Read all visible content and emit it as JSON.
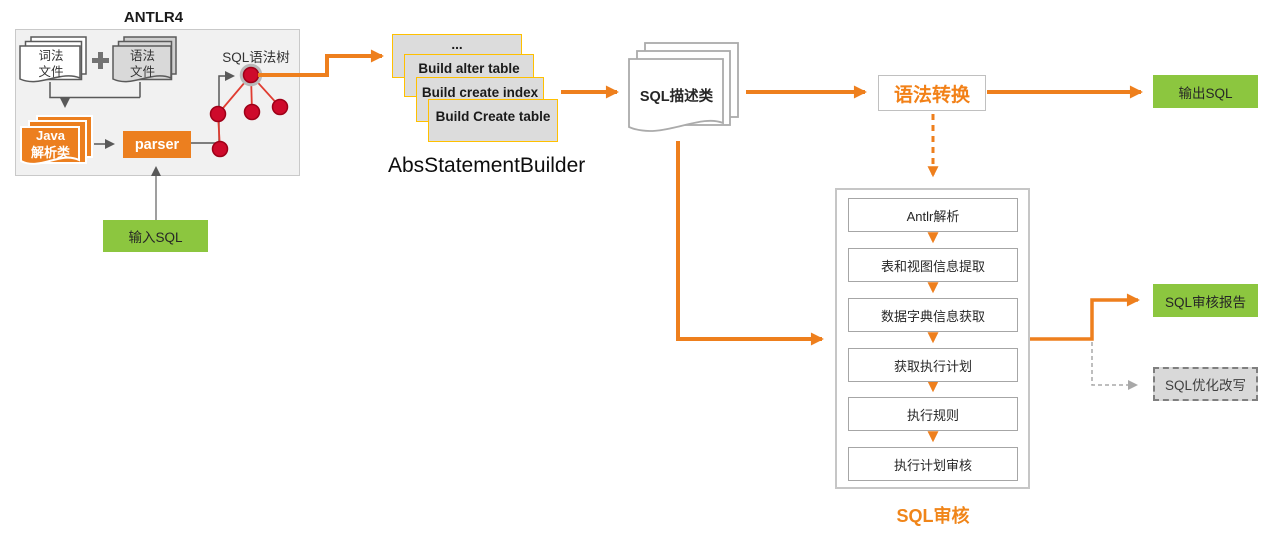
{
  "colors": {
    "accent_orange": "#ee7f1d",
    "label_orange": "#f08519",
    "green": "#8cc63f",
    "card_border": "#ffc000",
    "node_red": "#ce0a2b",
    "gray_line": "#595959"
  },
  "antlr": {
    "title": "ANTLR4",
    "lexer_doc": "词法\n文件",
    "grammar_doc": "语法\n文件",
    "java_doc": "Java\n解析类",
    "parser": "parser",
    "tree_label": "SQL语法树",
    "input": "输入SQL"
  },
  "builder": {
    "cards": [
      "...",
      "Build alter table",
      "Build create index",
      "Build Create table"
    ],
    "label": "AbsStatementBuilder"
  },
  "descriptor": {
    "label": "SQL描述类"
  },
  "flow": {
    "transform": "语法转换",
    "output": "输出SQL"
  },
  "audit": {
    "steps": [
      "Antlr解析",
      "表和视图信息提取",
      "数据字典信息获取",
      "获取执行计划",
      "执行规则",
      "执行计划审核"
    ],
    "label": "SQL审核",
    "report": "SQL审核报告",
    "rewrite": "SQL优化改写"
  }
}
